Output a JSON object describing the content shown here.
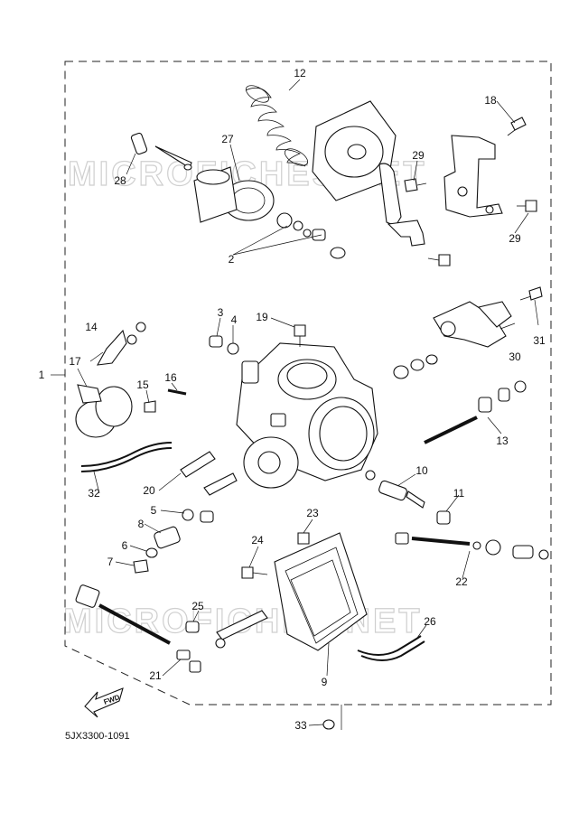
{
  "watermark": [
    "MICROFICHES.NET",
    "MICROFICHES.NET"
  ],
  "diagram_code": "5JX3300-1091",
  "fwd_label": "FWD",
  "callouts": [
    "1",
    "2",
    "3",
    "4",
    "5",
    "6",
    "7",
    "8",
    "9",
    "10",
    "11",
    "12",
    "13",
    "14",
    "15",
    "16",
    "17",
    "18",
    "19",
    "20",
    "21",
    "22",
    "23",
    "24",
    "25",
    "26",
    "27",
    "28",
    "29",
    "29",
    "30",
    "31",
    "32",
    "33"
  ]
}
